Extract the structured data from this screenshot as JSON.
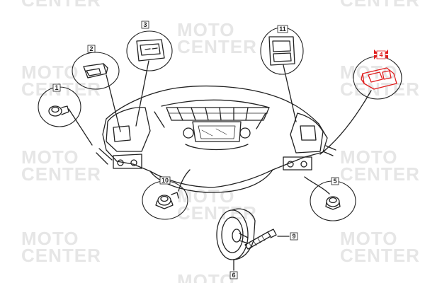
{
  "watermark": {
    "line1": "MOTO",
    "line2": "CENTER"
  },
  "callouts": [
    {
      "id": "1",
      "label": "1"
    },
    {
      "id": "2",
      "label": "2"
    },
    {
      "id": "3",
      "label": "3"
    },
    {
      "id": "4",
      "label": "4",
      "highlighted": true
    },
    {
      "id": "5",
      "label": "5"
    },
    {
      "id": "6",
      "label": "6"
    },
    {
      "id": "9",
      "label": "9"
    },
    {
      "id": "10",
      "label": "10"
    },
    {
      "id": "11",
      "label": "11"
    }
  ],
  "colors": {
    "line": "#222222",
    "highlight": "#e01e1e",
    "watermark": "#e6e6e6",
    "marker": "#e01e1e"
  }
}
